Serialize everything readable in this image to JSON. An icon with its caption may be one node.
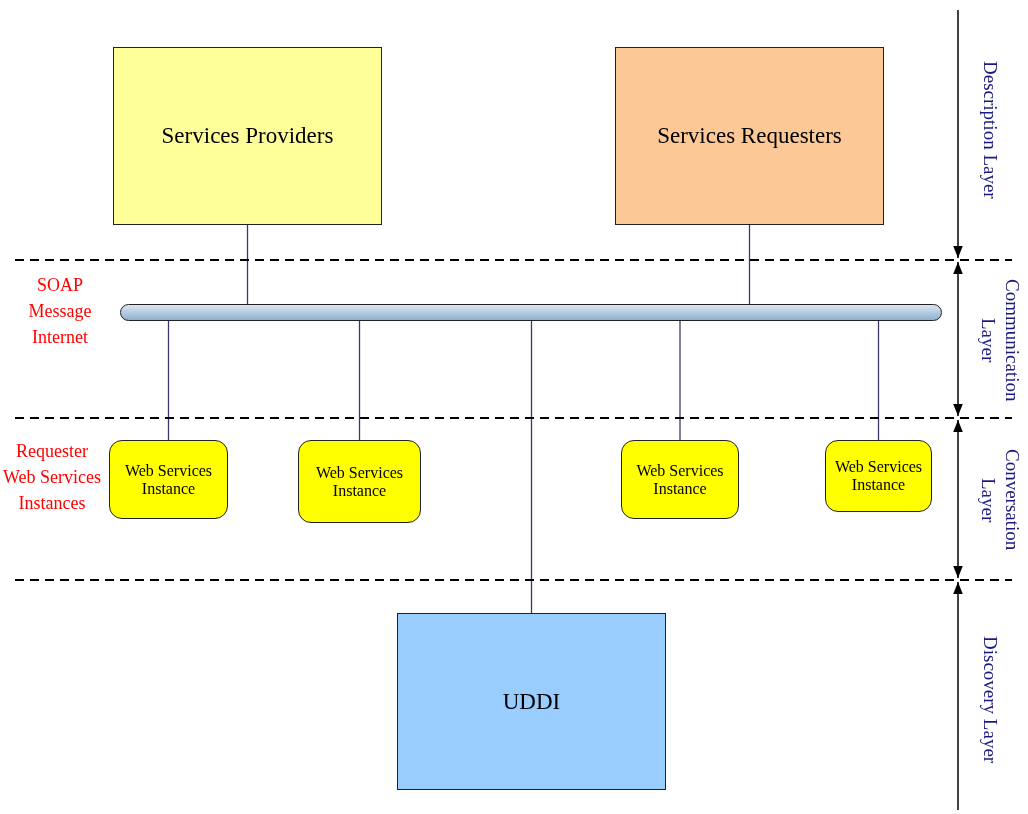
{
  "diagram": {
    "nodes": [
      {
        "text": [
          "Services Providers"
        ]
      },
      {
        "text": [
          "Services Requesters"
        ]
      },
      {
        "text": [],
        "shape": "bar"
      },
      {
        "text": [
          "Web Services Instance"
        ]
      },
      {
        "text": [
          "Web Services Instance"
        ]
      },
      {
        "text": [
          "Web Services Instance"
        ]
      },
      {
        "text": [
          "Web Services Instance"
        ]
      },
      {
        "text": [
          "UDDI"
        ]
      }
    ],
    "edges": [
      {
        "from": 0,
        "to": 2,
        "arrow": "none"
      },
      {
        "from": 1,
        "to": 2,
        "arrow": "none"
      },
      {
        "from": 2,
        "to": 3,
        "arrow": "none"
      },
      {
        "from": 2,
        "to": 4,
        "arrow": "none"
      },
      {
        "from": 2,
        "to": 7,
        "arrow": "none"
      },
      {
        "from": 2,
        "to": 5,
        "arrow": "none"
      },
      {
        "from": 2,
        "to": 6,
        "arrow": "none"
      }
    ],
    "labels": [
      "Description Layer",
      "SOAP Message Internet",
      "Communication Layer",
      "Requester Web Services Instances",
      "Conversation Layer",
      "Discovery Layer"
    ]
  }
}
